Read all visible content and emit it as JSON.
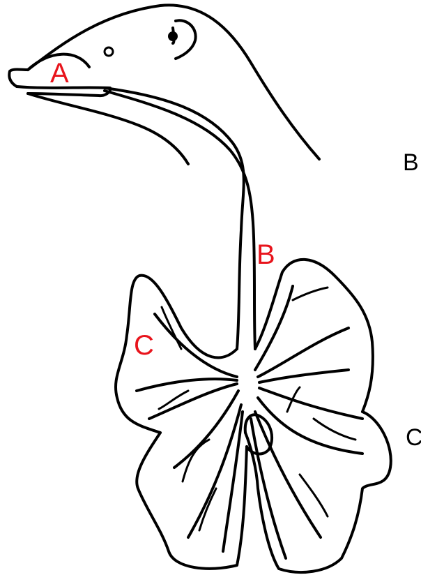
{
  "diagram": {
    "labels": {
      "inner_a": "A",
      "inner_b": "B",
      "inner_c": "C",
      "edge_b": "B",
      "edge_c": "C"
    },
    "colors": {
      "label_red": "#e8141c",
      "ink": "#000000",
      "background": "#ffffff"
    }
  }
}
